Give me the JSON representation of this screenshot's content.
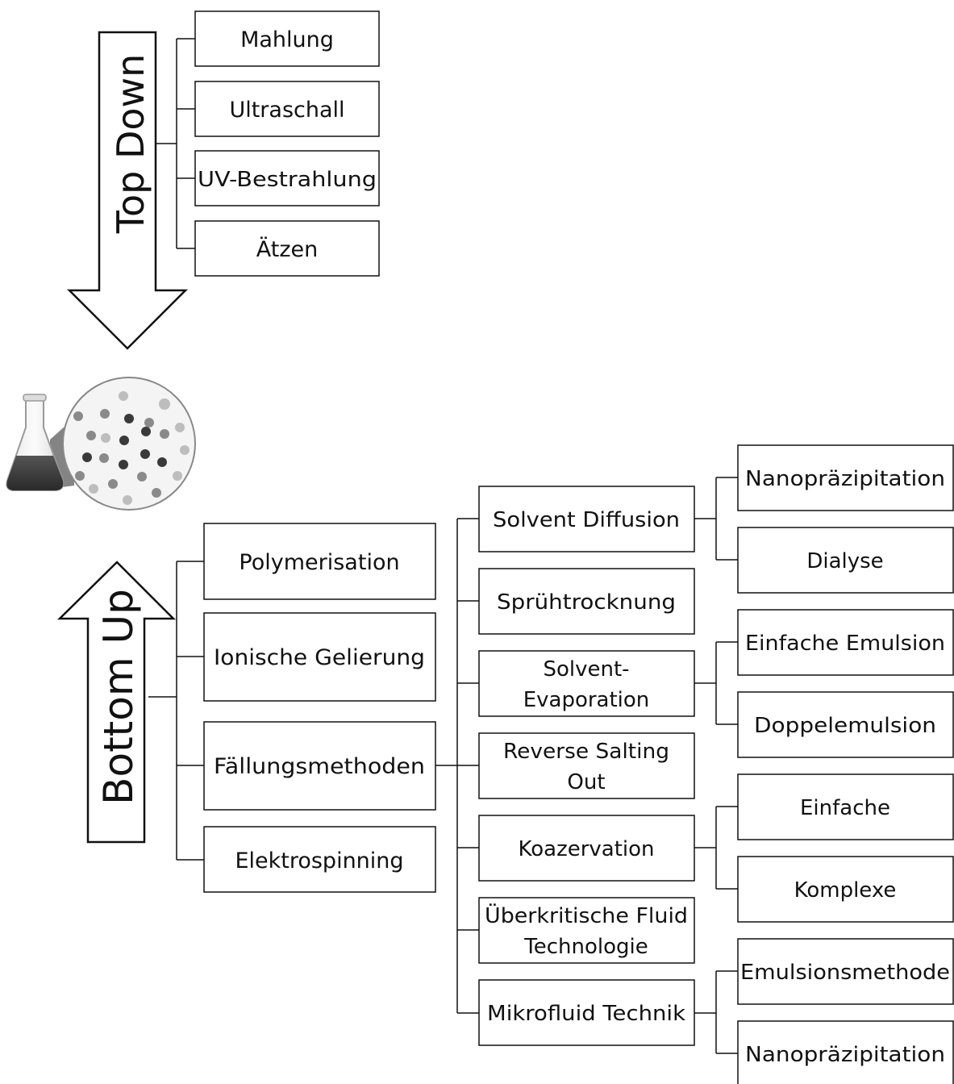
{
  "top_down": {
    "label": "Top Down",
    "methods": [
      "Mahlung",
      "Ultraschall",
      "UV-Bestrahlung",
      "Ätzen"
    ]
  },
  "illustration": {
    "icon": "flask-with-magnified-nanoparticles-icon"
  },
  "bottom_up": {
    "label": "Bottom Up",
    "methods": [
      "Polymerisation",
      "Ionische Gelierung",
      "Fällungsmethoden",
      "Elektrospinning"
    ],
    "faellungsmethoden": [
      {
        "label": [
          "Solvent Diffusion"
        ],
        "sub": [
          "Nanopräzipitation",
          "Dialyse"
        ]
      },
      {
        "label": [
          "Sprühtrocknung"
        ],
        "sub": []
      },
      {
        "label": [
          "Solvent-",
          "Evaporation"
        ],
        "sub": [
          "Einfache Emulsion",
          "Doppelemulsion"
        ]
      },
      {
        "label": [
          "Reverse Salting",
          "Out"
        ],
        "sub": []
      },
      {
        "label": [
          "Koazervation"
        ],
        "sub": [
          "Einfache",
          "Komplexe"
        ]
      },
      {
        "label": [
          "Überkritische Fluid",
          "Technologie"
        ],
        "sub": []
      },
      {
        "label": [
          "Mikrofluid Technik"
        ],
        "sub": [
          "Emulsionsmethode",
          "Nanopräzipitation"
        ]
      }
    ]
  },
  "colors": {
    "line": "#111111",
    "box_fill": "#ffffff",
    "particle_dark": "#3a3a3a",
    "particle_mid": "#8a8a8a",
    "particle_light": "#bdbdbd"
  }
}
